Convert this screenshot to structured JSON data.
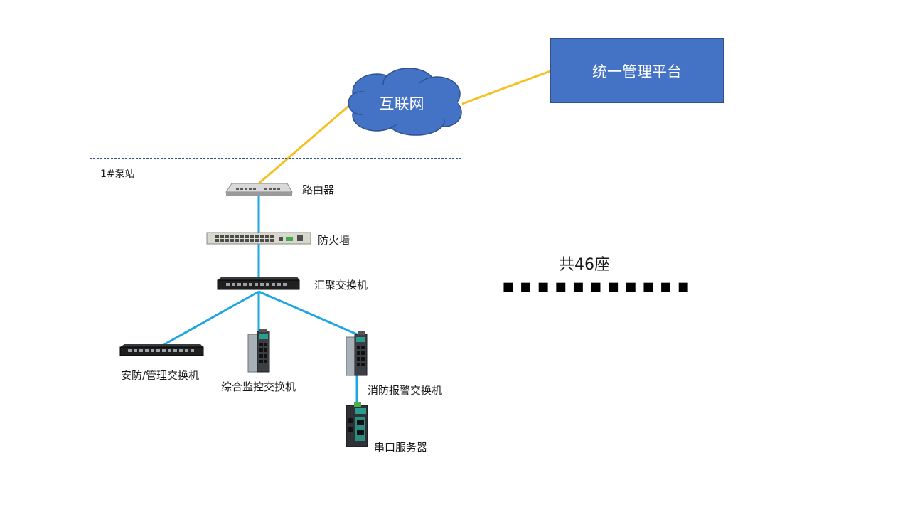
{
  "platform": {
    "label": "统一管理平台"
  },
  "internet": {
    "label": "互联网"
  },
  "station": {
    "label": "1#泵站"
  },
  "devices": {
    "router": "路由器",
    "firewall": "防火墙",
    "aggregation_switch": "汇聚交换机",
    "security_switch": "安防/管理交换机",
    "monitoring_switch": "综合监控交换机",
    "fire_alarm_switch": "消防报警交换机",
    "serial_server": "串口服务器"
  },
  "summary": {
    "total": "共46座",
    "ellipsis": "▪▪▪▪▪▪▪▪▪▪▪"
  },
  "colors": {
    "wan_link": "#f5c021",
    "lan_link": "#1ea6e0",
    "platform_fill": "#4472c4",
    "cloud_fill": "#4472c4",
    "station_border": "#2f528f"
  }
}
